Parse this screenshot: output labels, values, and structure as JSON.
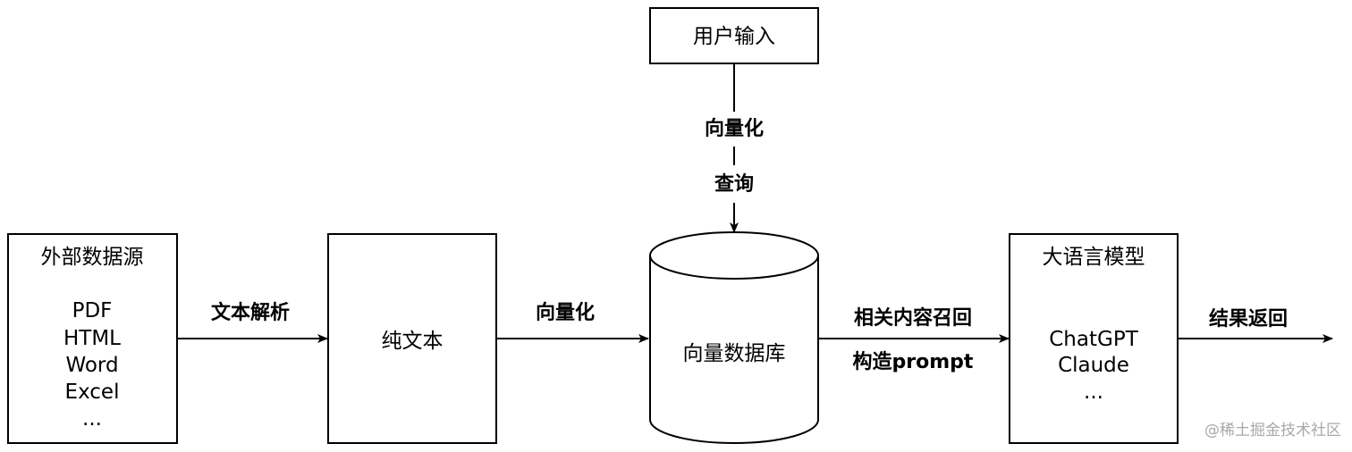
{
  "nodes": {
    "external_source": {
      "title": "外部数据源",
      "items": [
        "PDF",
        "HTML",
        "Word",
        "Excel",
        "..."
      ]
    },
    "plain_text": {
      "label": "纯文本"
    },
    "user_input": {
      "label": "用户输入"
    },
    "vector_db": {
      "label": "向量数据库"
    },
    "llm": {
      "title": "大语言模型",
      "items": [
        "ChatGPT",
        "Claude",
        "..."
      ]
    }
  },
  "edges": {
    "parse": "文本解析",
    "vectorize": "向量化",
    "query_vectorize": "向量化",
    "query": "查询",
    "recall": "相关内容召回",
    "build_prompt": "构造prompt",
    "return": "结果返回"
  },
  "watermark": "@稀土掘金技术社区"
}
